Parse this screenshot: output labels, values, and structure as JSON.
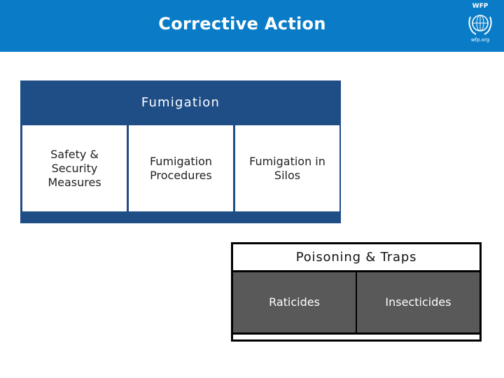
{
  "header": {
    "title": "Corrective Action",
    "background_color": "#0a7cc7",
    "logo": {
      "top_text": "WFP",
      "bottom_text": "wfp.org",
      "icon": "un-emblem-icon"
    }
  },
  "fumigation": {
    "title": "Fumigation",
    "color": "#1f4e87",
    "items": [
      {
        "label": "Safety &\nSecurity\nMeasures"
      },
      {
        "label": "Fumigation\nProcedures"
      },
      {
        "label": "Fumigation in\nSilos"
      }
    ]
  },
  "poisoning": {
    "title": "Poisoning & Traps",
    "color": "#595959",
    "items": [
      {
        "label": "Raticides"
      },
      {
        "label": "Insecticides"
      }
    ]
  }
}
